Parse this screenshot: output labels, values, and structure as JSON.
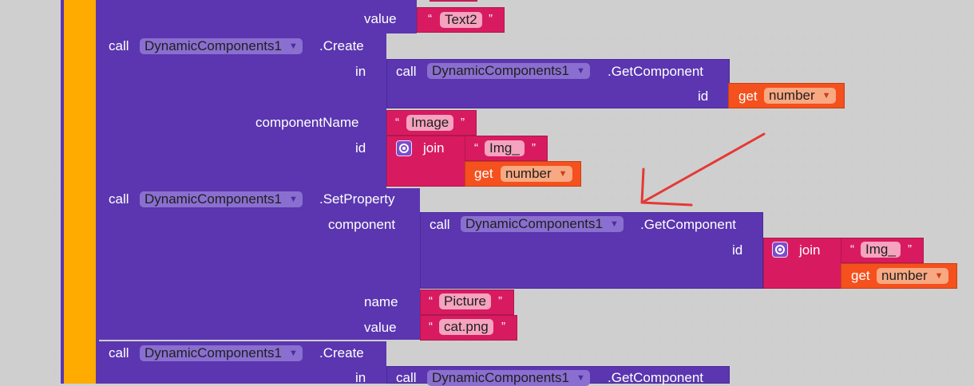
{
  "keywords": {
    "call": "call",
    "in": "in",
    "id": "id",
    "join": "join",
    "get": "get",
    "value": "value",
    "name": "name",
    "component": "component",
    "componentName": "componentName",
    "quote_open": "“",
    "quote_close": "”"
  },
  "component_dropdown": "DynamicComponents1",
  "methods": {
    "create": ".Create",
    "get_component": ".GetComponent",
    "set_property": ".SetProperty"
  },
  "variable_dropdown": "number",
  "strings": {
    "text2": "Text2",
    "image": "Image",
    "img_prefix": "Img_",
    "picture": "Picture",
    "cat_png": "cat.png"
  },
  "colors": {
    "procedure_block": "#5b36b0",
    "text_block": "#d81b60",
    "variable_block": "#f4511e",
    "event_bar": "#ffab00",
    "annotation_arrow": "#e53935"
  },
  "icons": {
    "join_mutator": "gear-icon",
    "dropdown": "triangle-down-icon",
    "annotation": "red-arrow"
  }
}
